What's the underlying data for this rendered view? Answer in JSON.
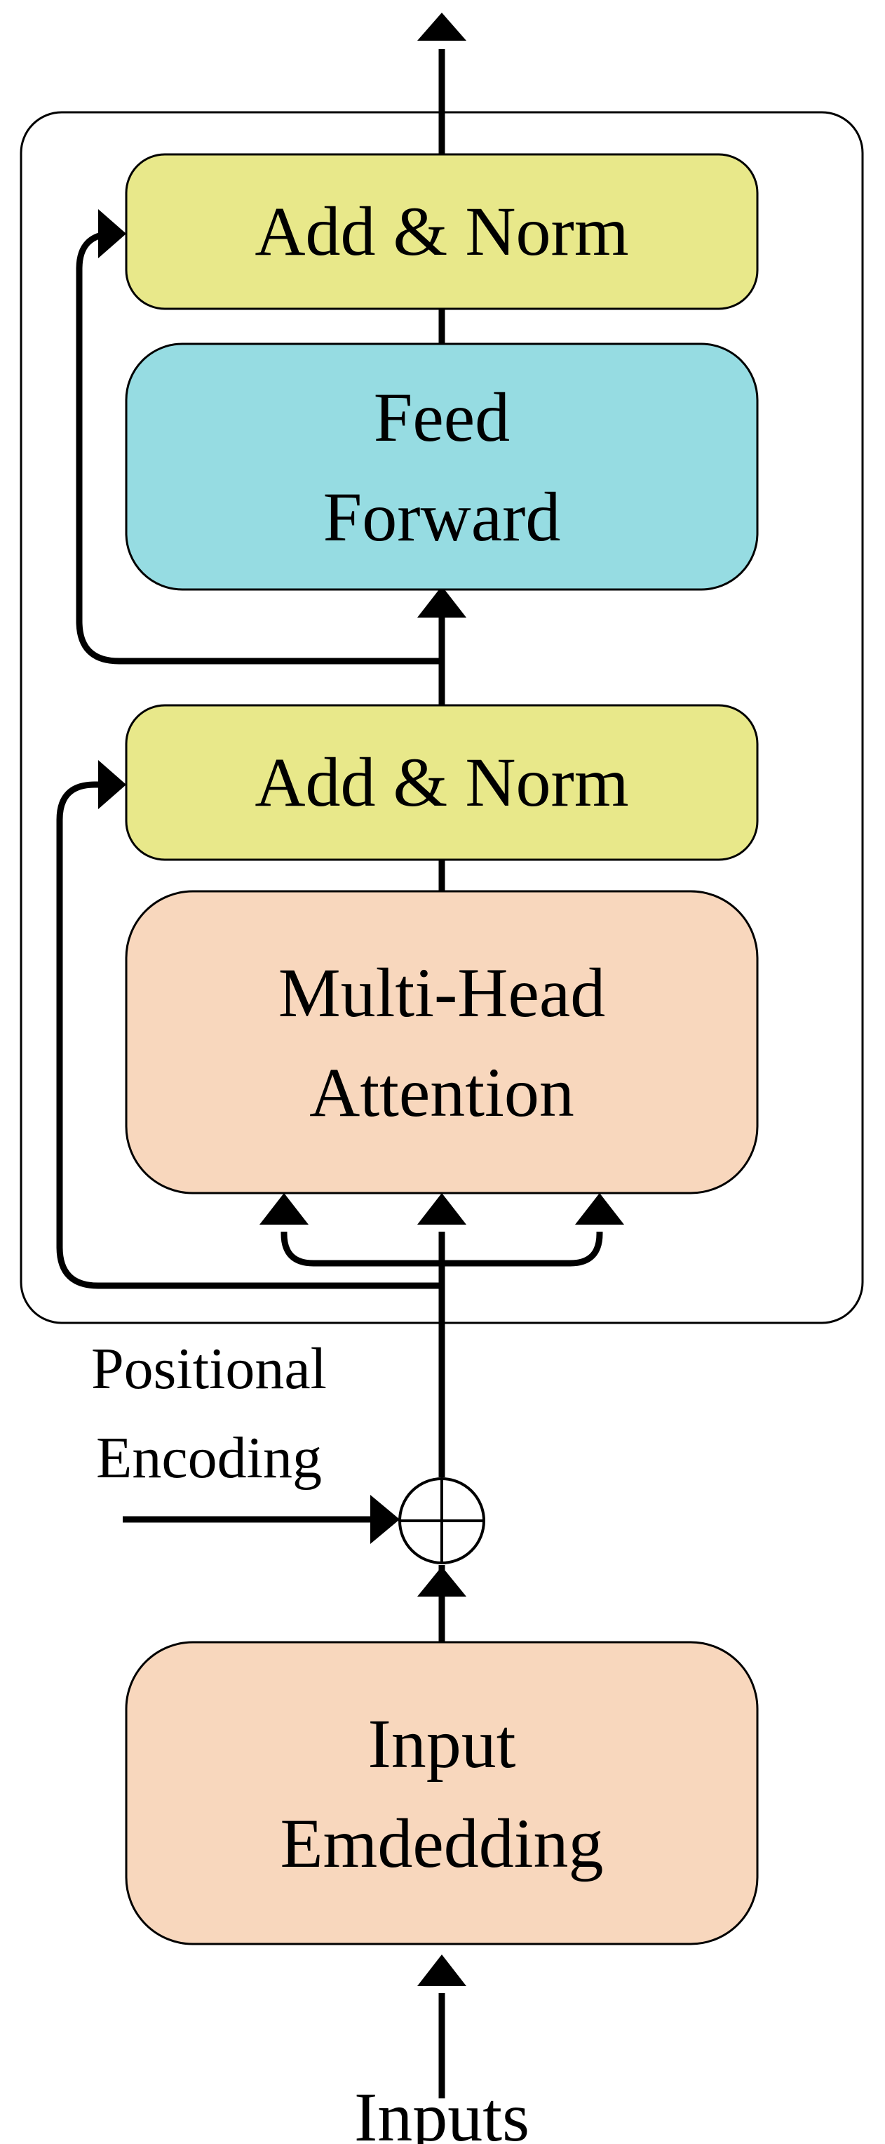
{
  "colors": {
    "add_norm": "#e8e88a",
    "feed_forward": "#96dce2",
    "attention": "#f8d7bd",
    "embedding": "#f8d7bd",
    "line": "#000000",
    "background": "#ffffff"
  },
  "blocks": {
    "add_norm_top": {
      "label": "Add & Norm"
    },
    "feed_forward": {
      "line1": "Feed",
      "line2": "Forward"
    },
    "add_norm_bottom": {
      "label": "Add & Norm"
    },
    "multi_head_attention": {
      "line1": "Multi-Head",
      "line2": "Attention"
    },
    "input_embedding": {
      "line1": "Input",
      "line2": "Emdedding"
    }
  },
  "positional_encoding": {
    "line1": "Positional",
    "line2": "Encoding",
    "operator": "⊕"
  },
  "inputs_label": "Inputs"
}
